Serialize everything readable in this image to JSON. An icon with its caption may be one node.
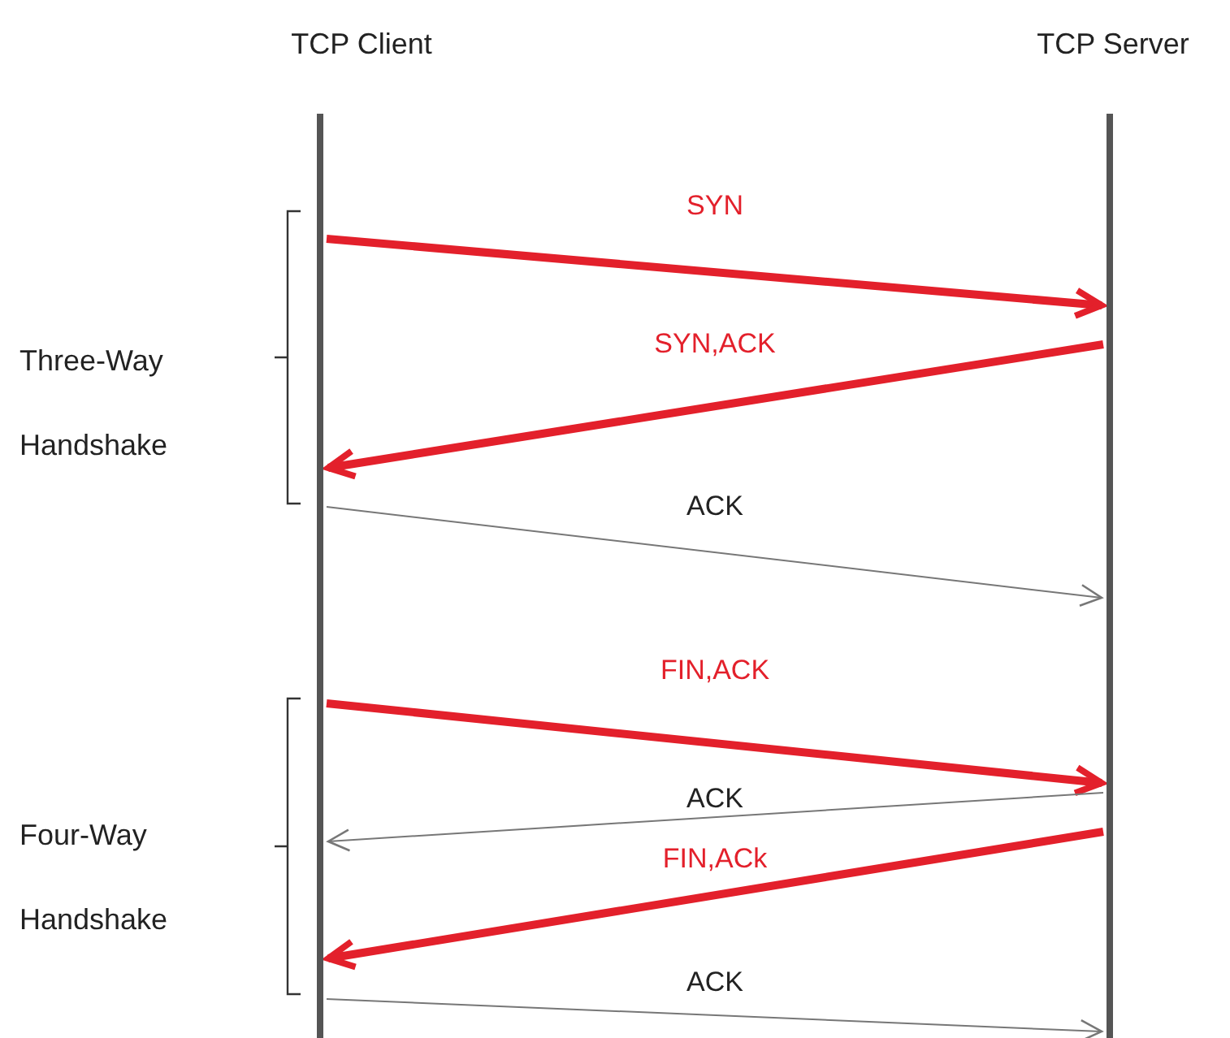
{
  "diagram": {
    "nodes": [
      {
        "text": [
          "TCP Client"
        ]
      },
      {
        "text": [
          "TCP Server"
        ]
      }
    ],
    "edges": [
      {
        "from": 0,
        "to": 1,
        "arrow": "to",
        "label": "SYN"
      },
      {
        "from": 1,
        "to": 0,
        "arrow": "to",
        "label": "SYN,ACK"
      },
      {
        "from": 0,
        "to": 1,
        "arrow": "to",
        "label": "ACK",
        "color": "#777777"
      },
      {
        "from": 0,
        "to": 1,
        "arrow": "to",
        "label": "FIN,ACK"
      },
      {
        "from": 1,
        "to": 0,
        "arrow": "to",
        "label": "ACK",
        "color": "#777777"
      },
      {
        "from": 1,
        "to": 0,
        "arrow": "to",
        "label": "FIN,ACk"
      },
      {
        "from": 0,
        "to": 1,
        "arrow": "to",
        "label": "ACK",
        "color": "#777777"
      }
    ],
    "labels": [
      "Three-Way Handshake",
      "Four-Way Handshake"
    ]
  }
}
